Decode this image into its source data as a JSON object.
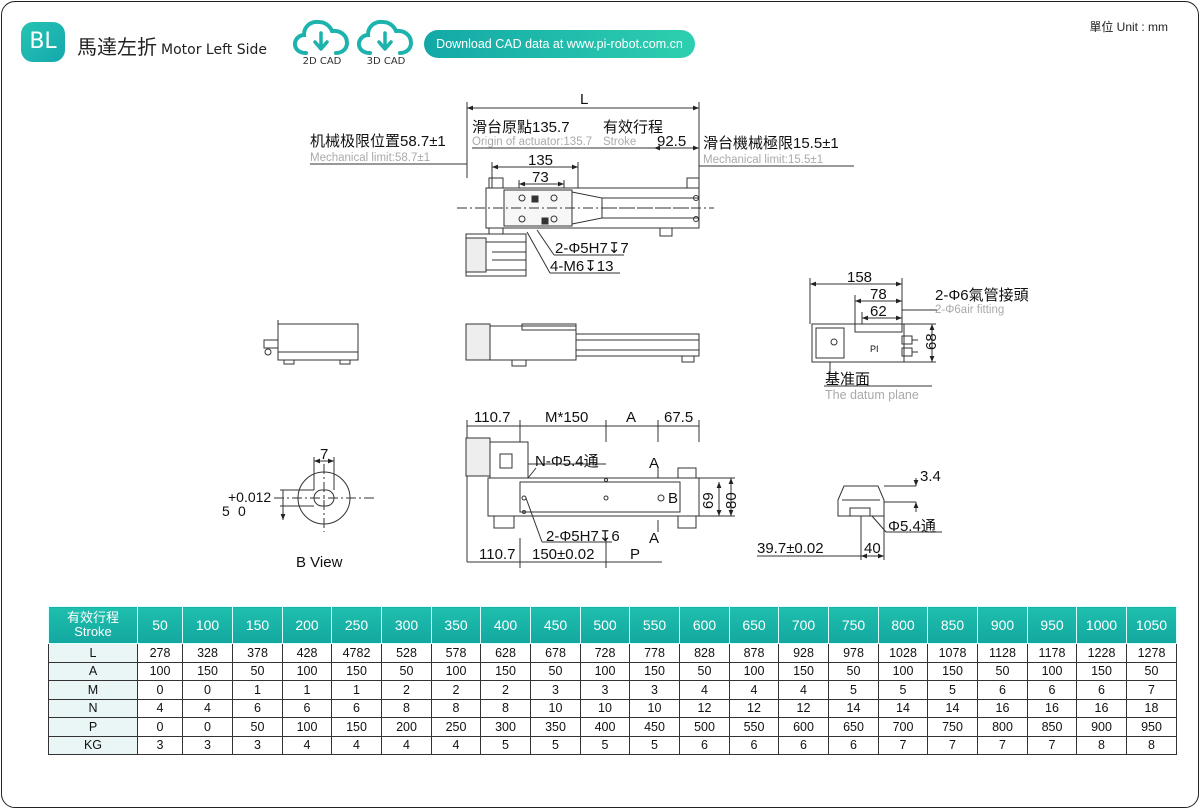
{
  "header": {
    "badge": "BL",
    "title_cn": "馬達左折",
    "title_en": "Motor Left Side",
    "cad2d": "2D CAD",
    "cad3d": "3D CAD",
    "download": "Download CAD data at www.pi-robot.com.cn",
    "unit": "單位 Unit : mm",
    "accent": "#18b3aa"
  },
  "drawing": {
    "top": {
      "L": "L",
      "origin_cn": "滑台原點135.7",
      "origin_en": "Origin of actuator:135.7",
      "stroke_cn": "有效行程",
      "stroke_en": "Stroke",
      "mech_left_cn": "机械极限位置58.7±1",
      "mech_left_en": "Mechanical limit:58.7±1",
      "mech_right_cn": "滑台機械極限15.5±1",
      "mech_right_en": "Mechanical limit:15.5±1",
      "d925": "92.5",
      "d135": "135",
      "d73": "73",
      "hole1": "2-Φ5H7",
      "hole1b": "7",
      "hole2": "4-M6",
      "hole2b": "13"
    },
    "end": {
      "d158": "158",
      "d78": "78",
      "d62": "62",
      "d68": "68",
      "air_cn": "2-Φ6氣管接頭",
      "air_en": "2-Φ6air fitting",
      "datum_cn": "基准面",
      "datum_en": "The datum plane",
      "logo": "PI"
    },
    "bottom": {
      "d1107a": "110.7",
      "m150": "M*150",
      "a1": "A",
      "d675": "67.5",
      "nhole": "N-Φ5.4通",
      "a2": "A",
      "b": "B",
      "d69": "69",
      "d80": "80",
      "hole": "2-Φ5H7",
      "holeb": "6",
      "a3": "A",
      "d1107b": "110.7",
      "d150": "150±0.02",
      "p": "P"
    },
    "bview": {
      "d7": "7",
      "tol": "+0.012",
      "d5": "5",
      "d0": "0",
      "label": "B View"
    },
    "section": {
      "d34": "3.4",
      "d54": "Φ5.4通",
      "d397": "39.7±0.02",
      "d40": "40"
    }
  },
  "table": {
    "head_cn": "有效行程",
    "head_en": "Stroke",
    "strokes": [
      "50",
      "100",
      "150",
      "200",
      "250",
      "300",
      "350",
      "400",
      "450",
      "500",
      "550",
      "600",
      "650",
      "700",
      "750",
      "800",
      "850",
      "900",
      "950",
      "1000",
      "1050"
    ],
    "rows": [
      {
        "label": "L",
        "values": [
          "278",
          "328",
          "378",
          "428",
          "4782",
          "528",
          "578",
          "628",
          "678",
          "728",
          "778",
          "828",
          "878",
          "928",
          "978",
          "1028",
          "1078",
          "1128",
          "1178",
          "1228",
          "1278"
        ]
      },
      {
        "label": "A",
        "values": [
          "100",
          "150",
          "50",
          "100",
          "150",
          "50",
          "100",
          "150",
          "50",
          "100",
          "150",
          "50",
          "100",
          "150",
          "50",
          "100",
          "150",
          "50",
          "100",
          "150",
          "50"
        ]
      },
      {
        "label": "M",
        "values": [
          "0",
          "0",
          "1",
          "1",
          "1",
          "2",
          "2",
          "2",
          "3",
          "3",
          "3",
          "4",
          "4",
          "4",
          "5",
          "5",
          "5",
          "6",
          "6",
          "6",
          "7"
        ]
      },
      {
        "label": "N",
        "values": [
          "4",
          "4",
          "6",
          "6",
          "6",
          "8",
          "8",
          "8",
          "10",
          "10",
          "10",
          "12",
          "12",
          "12",
          "14",
          "14",
          "14",
          "16",
          "16",
          "16",
          "18"
        ]
      },
      {
        "label": "P",
        "values": [
          "0",
          "0",
          "50",
          "100",
          "150",
          "200",
          "250",
          "300",
          "350",
          "400",
          "450",
          "500",
          "550",
          "600",
          "650",
          "700",
          "750",
          "800",
          "850",
          "900",
          "950"
        ]
      },
      {
        "label": "KG",
        "values": [
          "3",
          "3",
          "3",
          "4",
          "4",
          "4",
          "4",
          "5",
          "5",
          "5",
          "5",
          "6",
          "6",
          "6",
          "6",
          "7",
          "7",
          "7",
          "7",
          "8",
          "8"
        ]
      }
    ]
  }
}
